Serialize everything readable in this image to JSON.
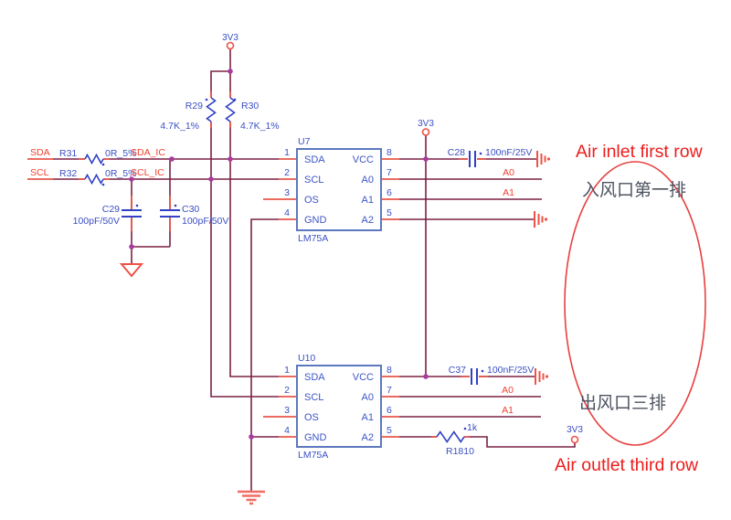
{
  "colors": {
    "wire": "#7b2145",
    "pin_stub": "#e8574a",
    "symbol_red": "#ef5246",
    "symbol_blue": "#3140c4",
    "chip_border": "#5c78bf",
    "junction_dot": "#a93a9e",
    "label_blue": "#3a4fc4",
    "net_label_red": "#ef4130",
    "annotation_red": "#ee1c1c",
    "annotation_gray": "#4d5360",
    "ellipse_red": "#e84040"
  },
  "power": {
    "top": "3V3",
    "mid": "3V3",
    "bottom": "3V3"
  },
  "resistors": {
    "r29": {
      "ref": "R29",
      "value": "4.7K_1%"
    },
    "r30": {
      "ref": "R30",
      "value": "4.7K_1%"
    },
    "r31": {
      "ref": "R31",
      "value": "0R_5%"
    },
    "r32": {
      "ref": "R32",
      "value": "0R_5%"
    },
    "r1810": {
      "ref": "R1810",
      "value": "1k"
    }
  },
  "capacitors": {
    "c28": {
      "ref": "C28",
      "value": "100nF/25V"
    },
    "c29": {
      "ref": "C29",
      "value": "100pF/50V"
    },
    "c30": {
      "ref": "C30",
      "value": "100pF/50V"
    },
    "c37": {
      "ref": "C37",
      "value": "100nF/25V"
    }
  },
  "nets": {
    "sda": "SDA",
    "scl": "SCL",
    "sda_ic": "SDA_IC",
    "scl_ic": "SCL_IC",
    "a0": "A0",
    "a1": "A1"
  },
  "chips": {
    "u7": {
      "ref": "U7",
      "part": "LM75A"
    },
    "u10": {
      "ref": "U10",
      "part": "LM75A"
    },
    "pin_names": {
      "p1": "SDA",
      "p2": "SCL",
      "p3": "OS",
      "p4": "GND",
      "p5": "A2",
      "p6": "A1",
      "p7": "A0",
      "p8": "VCC"
    },
    "pin_numbers": {
      "n1": "1",
      "n2": "2",
      "n3": "3",
      "n4": "4",
      "n5": "5",
      "n6": "6",
      "n7": "7",
      "n8": "8"
    }
  },
  "annotations": {
    "air_inlet_en": "Air inlet first row",
    "air_inlet_zh": "入风口第一排",
    "air_outlet_zh": "出风口三排",
    "air_outlet_en": "Air outlet third row"
  }
}
